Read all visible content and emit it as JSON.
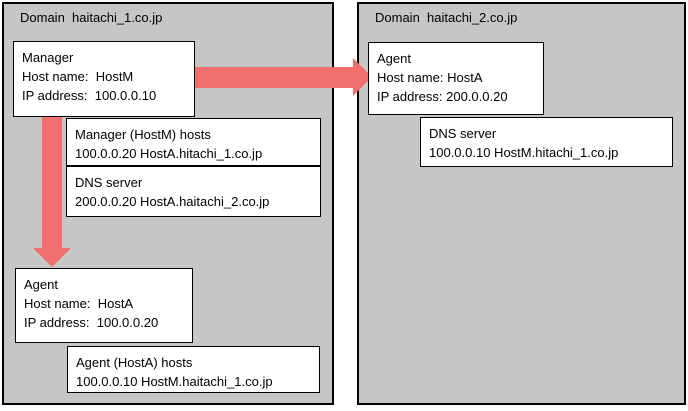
{
  "colors": {
    "domain_background": "#c6c6c6",
    "box_background": "#ffffff",
    "border": "#000000",
    "arrow": "#f26f6f"
  },
  "domain1": {
    "title": "Domain  haitachi_1.co.jp",
    "manager_box": {
      "line1": "Manager",
      "line2": "Host name:  HostM",
      "line3": "IP address:  100.0.0.10"
    },
    "manager_hosts_box": {
      "line1": "Manager (HostM) hosts",
      "line2": "100.0.0.20 HostA.hitachi_1.co.jp"
    },
    "dns_box": {
      "line1": "DNS server",
      "line2": "200.0.0.20 HostA.haitachi_2.co.jp"
    },
    "agent_box": {
      "line1": "Agent",
      "line2": "Host name:  HostA",
      "line3": "IP address:  100.0.0.20"
    },
    "agent_hosts_box": {
      "line1": "Agent (HostA) hosts",
      "line2": "100.0.0.10 HostM.haitachi_1.co.jp"
    }
  },
  "domain2": {
    "title": "Domain  haitachi_2.co.jp",
    "agent_box": {
      "line1": "Agent",
      "line2": "Host name: HostA",
      "line3": "IP address: 200.0.0.20"
    },
    "dns_box": {
      "line1": "DNS server",
      "line2": "100.0.0.10 HostM.hitachi_1.co.jp"
    }
  }
}
